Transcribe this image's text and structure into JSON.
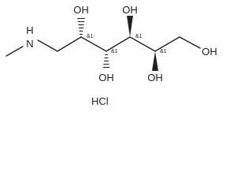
{
  "molecule": {
    "nh_label": "H",
    "n_label": "N",
    "oh_labels": [
      "OH",
      "OH",
      "OH",
      "OH",
      "OH"
    ],
    "stereo_tags": [
      "&1",
      "&1",
      "&1",
      "&1"
    ],
    "salt": "HCl"
  }
}
